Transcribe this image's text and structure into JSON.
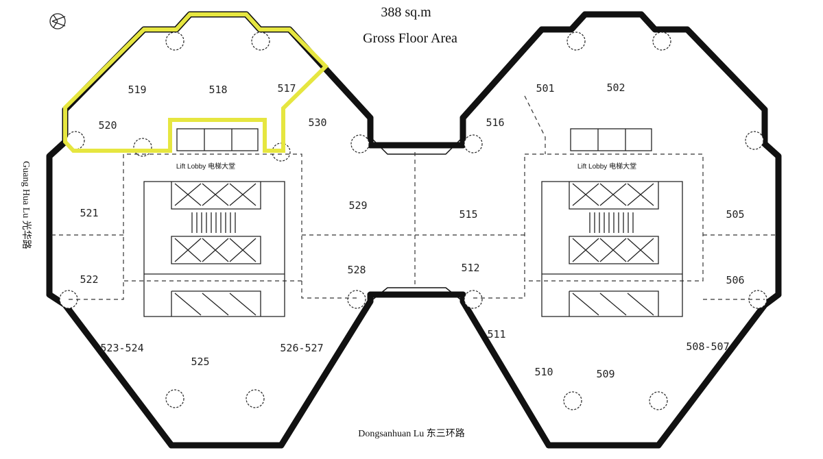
{
  "header": {
    "area": "388 sq.m",
    "subtitle": "Gross Floor Area"
  },
  "streets": {
    "left": "Guang Hua Lu 光华路",
    "bottom": "Dongsanhuan Lu 东三环路"
  },
  "lift_lobby": {
    "left": "Lift Lobby 电梯大堂",
    "right": "Lift Lobby 电梯大堂"
  },
  "highlight_color": "#e6e640",
  "rooms": [
    "519",
    "518",
    "517",
    "520",
    "530",
    "501",
    "502",
    "516",
    "521",
    "529",
    "515",
    "505",
    "522",
    "528",
    "512",
    "506",
    "523-524",
    "525",
    "526-527",
    "511",
    "508-507",
    "510",
    "509"
  ],
  "highlighted_rooms": [
    "517",
    "518",
    "519",
    "520"
  ]
}
